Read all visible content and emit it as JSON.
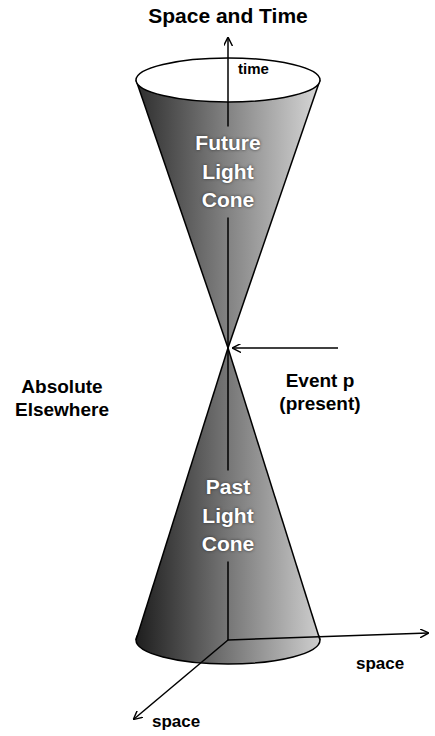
{
  "diagram": {
    "title": "Space and Time",
    "nodes": [
      {
        "text": [
          "Future Light Cone"
        ]
      },
      {
        "text": [
          "Past Light Cone"
        ]
      }
    ],
    "labels": [
      "time",
      "Absolute Elsewhere",
      "Event p (present)",
      "space",
      "space"
    ]
  }
}
